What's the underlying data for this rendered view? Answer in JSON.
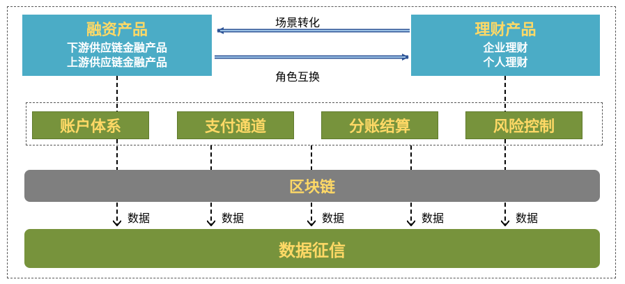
{
  "left_product": {
    "title": "融资产品",
    "lines": [
      "下游供应链金融产品",
      "上游供应链金融产品"
    ]
  },
  "right_product": {
    "title": "理财产品",
    "lines": [
      "企业理财",
      "个人理财"
    ]
  },
  "flow": {
    "to_left_label": "场景转化",
    "to_right_label": "角色互换"
  },
  "modules": [
    "账户体系",
    "支付通道",
    "分账结算",
    "风险控制"
  ],
  "chain_label": "区块链",
  "data_labels": [
    "数据",
    "数据",
    "数据",
    "数据",
    "数据"
  ],
  "credit_label": "数据征信",
  "colors": {
    "top_box": "#4bacc6",
    "title_text": "#ffd966",
    "module_green": "#77933c",
    "chain_gray": "#7f7f7f",
    "arrow_blue": "#2f5597"
  }
}
